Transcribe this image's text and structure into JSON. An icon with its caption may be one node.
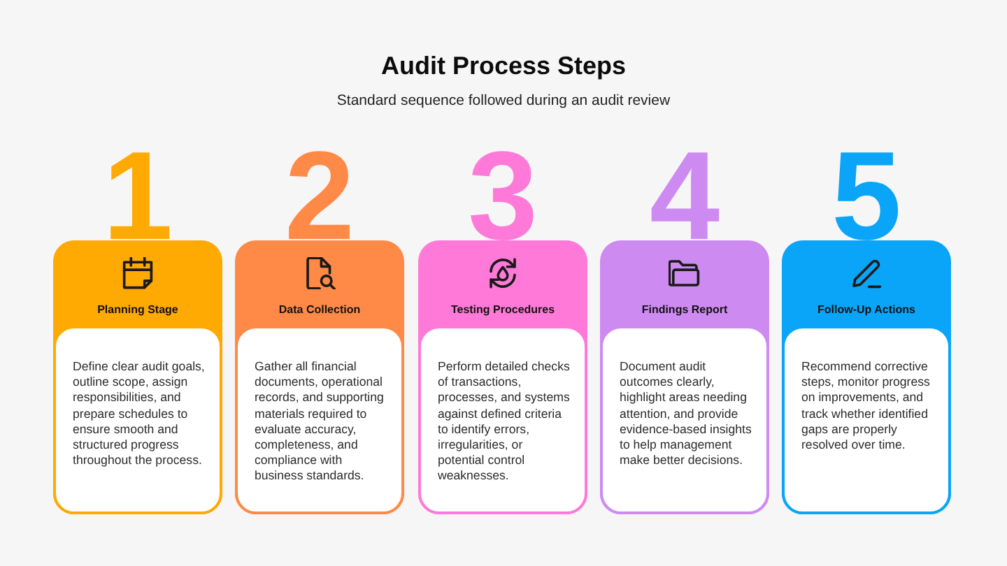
{
  "diagram": {
    "title": "Audit Process Steps",
    "nodes": [
      {
        "text": [
          "1",
          "Planning Stage"
        ]
      },
      {
        "text": [
          "Define clear audit goals, outline scope, assign responsibilities, and prepare schedules to ensure smooth and structured progress throughout the process."
        ],
        "in": 0
      },
      {
        "text": [
          "2",
          "Data Collection"
        ]
      },
      {
        "text": [
          "Gather all financial documents, operational records, and supporting materials required to evaluate accuracy, completeness, and compliance with business standards."
        ],
        "in": 2
      },
      {
        "text": [
          "3",
          "Testing Procedures"
        ]
      },
      {
        "text": [
          "Perform detailed checks of transactions, processes, and systems against defined criteria to identify errors, irregularities, or potential control weaknesses."
        ],
        "in": 4
      },
      {
        "text": [
          "4",
          "Findings Report"
        ]
      },
      {
        "text": [
          "Document audit outcomes clearly, highlight areas needing attention, and provide evidence-based insights to help management make better decisions."
        ],
        "in": 6
      },
      {
        "text": [
          "5",
          "Follow-Up Actions"
        ]
      },
      {
        "text": [
          "Recommend corrective steps, monitor progress on improvements, and track whether identified gaps are properly resolved over time."
        ],
        "in": 8
      }
    ],
    "labels": [
      "Standard sequence followed during an audit review"
    ]
  }
}
